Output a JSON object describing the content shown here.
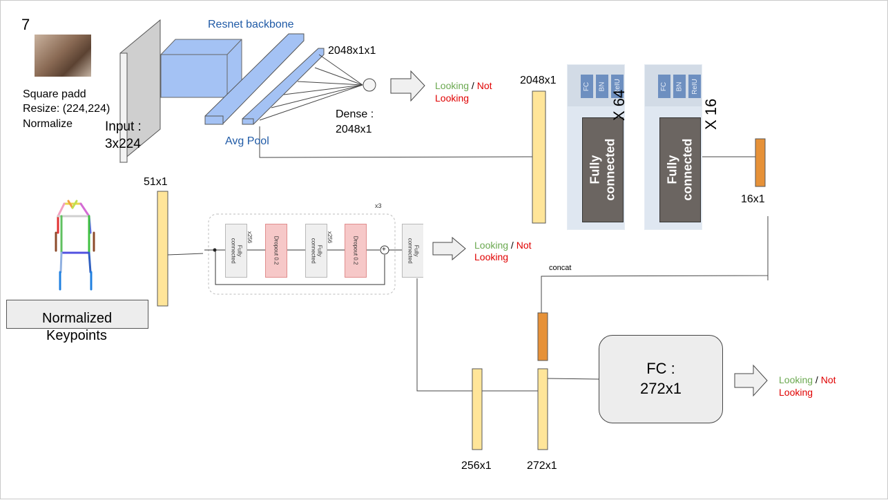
{
  "panel_number": "7",
  "image_branch": {
    "preprocess": [
      "Square padd",
      "Resize: (224,224)",
      "Normalize"
    ],
    "input_label": [
      "Input :",
      "3x224"
    ],
    "backbone_label": "Resnet backbone",
    "avgpool_label": "Avg Pool",
    "feature_label": "2048x1x1",
    "dense_label": [
      "Dense :",
      "2048x1"
    ],
    "output": {
      "looking": "Looking",
      "sep": " / ",
      "not": "Not",
      "looking2": "Looking"
    }
  },
  "fc_stack": {
    "vector_label": "2048x1",
    "block1": {
      "chips": [
        "FC",
        "BN",
        "ReIU"
      ],
      "body": [
        "Fully",
        "connected"
      ],
      "repeat": "X 64"
    },
    "block2": {
      "chips": [
        "FC",
        "BN",
        "ReIU"
      ],
      "body": [
        "Fully",
        "connected"
      ],
      "repeat": "X 16"
    },
    "output_label": "16x1"
  },
  "keypoint_branch": {
    "keypoints_label": [
      "Normalized",
      "Keypoints"
    ],
    "vector_label": "51x1",
    "mlp": {
      "repeat": "x3",
      "fc1": [
        "Fully",
        "connected"
      ],
      "width1": "x256",
      "dropout1": "Dropout 0.2",
      "fc2": [
        "Fully",
        "connected"
      ],
      "width2": "x256",
      "dropout2": "Dropout 0.2",
      "fc_out": [
        "Fully",
        "connected"
      ],
      "plus": "+"
    },
    "output": {
      "looking": "Looking",
      "sep": " / ",
      "not": "Not",
      "looking2": "Looking"
    }
  },
  "fusion": {
    "concat_label": "concat",
    "vec256_label": "256x1",
    "vec272_label": "272x1",
    "fc_label": [
      "FC :",
      "272x1"
    ],
    "output": {
      "looking": "Looking",
      "sep": " / ",
      "not": "Not",
      "looking2": "Looking"
    }
  },
  "colors": {
    "vector_fill": "#ffe599",
    "vector_orange": "#e69138",
    "resnet_blue": "#a4c2f4",
    "looking_green": "#6aa84f",
    "not_red": "#e00000"
  },
  "icons": [
    "person-photo",
    "skeleton-figure",
    "arrow-right-outline",
    "neuron-circle"
  ]
}
